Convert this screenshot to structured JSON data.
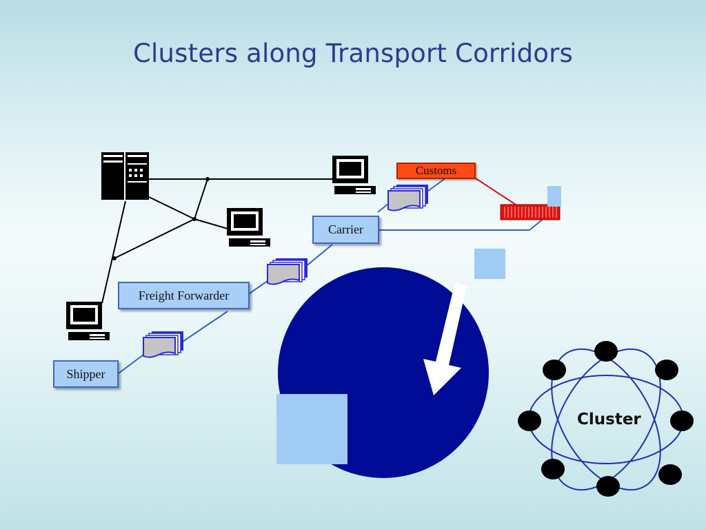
{
  "title": "Clusters along Transport Corridors",
  "nodes": {
    "shipper": "Shipper",
    "freight_forwarder": "Freight Forwarder",
    "carrier": "Carrier",
    "customs": "Customs"
  },
  "cluster_label": "Cluster",
  "colors": {
    "title": "#2e3a8c",
    "node_fill": "#a9cff7",
    "node_border": "#3b66cc",
    "customs_fill": "#ff4a14",
    "disc": "#000b96",
    "light_square": "#9fcbf5",
    "orbit": "#1f2fb8"
  },
  "icons": [
    "server-icon",
    "computer-icon",
    "document-stack-icon",
    "container-icon",
    "arrow-icon"
  ]
}
